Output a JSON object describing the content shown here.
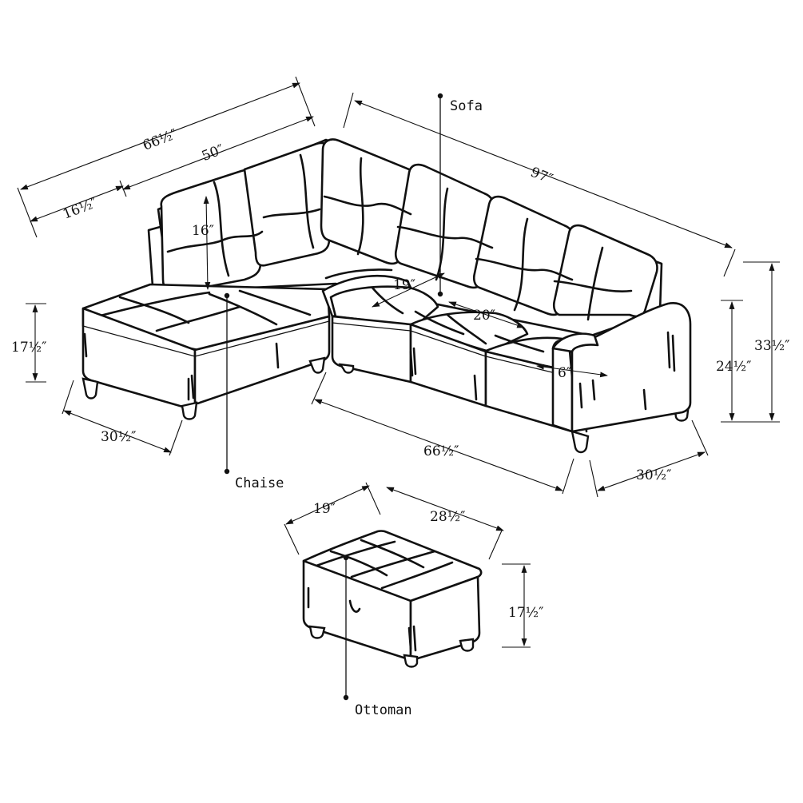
{
  "labels": {
    "sofa": "Sofa",
    "chaise": "Chaise",
    "ottoman": "Ottoman"
  },
  "dimensions": {
    "chaise_total_length": "66½″",
    "chaise_inner_length": "50″",
    "chaise_arm_length": "16½″",
    "back_cushion_height": "16″",
    "chaise_seat_height": "17½″",
    "chaise_width": "30½″",
    "sofa_length": "97″",
    "sofa_seat_depth": "19″",
    "sofa_seat_width": "20″",
    "arm_width": "6″",
    "sofa_front_length": "66½″",
    "sofa_depth": "30½″",
    "arm_height": "24½″",
    "total_height": "33½″",
    "ottoman_depth": "19″",
    "ottoman_length": "28½″",
    "ottoman_height": "17½″"
  }
}
